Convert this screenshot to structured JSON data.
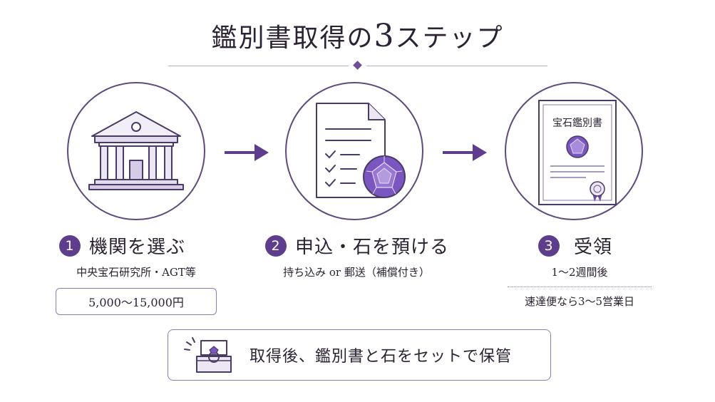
{
  "header": {
    "title_before": "鑑別書取得の",
    "title_number": "3",
    "title_after": "ステップ"
  },
  "steps": [
    {
      "number": "1",
      "title": "機関を選ぶ",
      "subtitle": "中央宝石研究所・AGT等",
      "note": "5,000〜15,000円",
      "icon": "bank-building-icon"
    },
    {
      "number": "2",
      "title": "申込・石を預ける",
      "subtitle": "持ち込み or 郵送（補償付き）",
      "icon": "checklist-document-gem-icon"
    },
    {
      "number": "3",
      "title": "受領",
      "subtitle": "1〜2週間後",
      "note": "速達便なら3〜5営業日",
      "icon": "certificate-icon",
      "certificate_label": "宝石鑑別書"
    }
  ],
  "footer": {
    "text": "取得後、鑑別書と石をセットで保管",
    "icon": "ring-box-icon"
  },
  "colors": {
    "accent": "#5d3d8c",
    "line": "#5e4a7c",
    "gem": "#7b55c0"
  }
}
